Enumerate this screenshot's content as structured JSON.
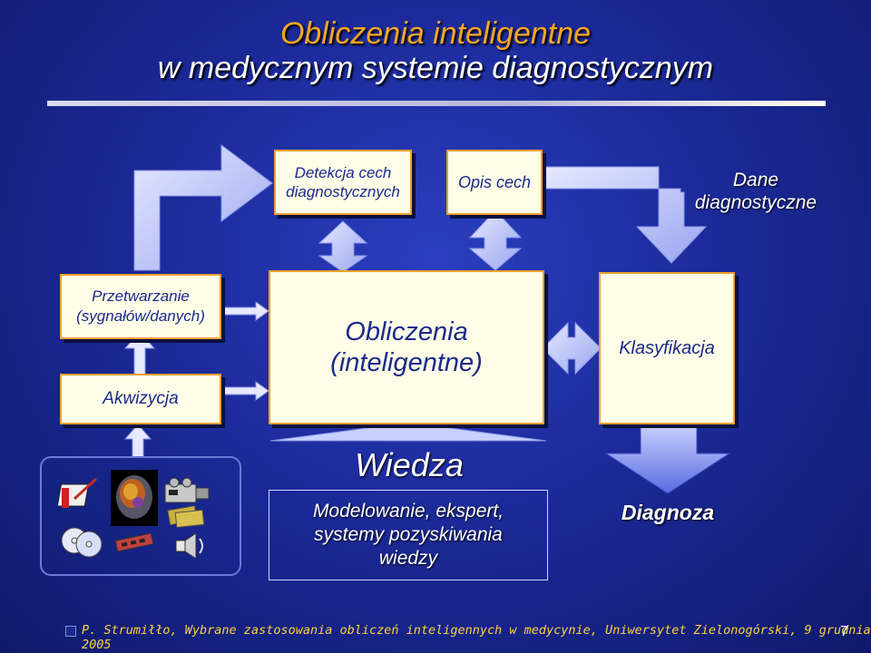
{
  "title": {
    "line1": "Obliczenia inteligentne",
    "line2": "w medycznym systemie diagnostycznym"
  },
  "boxes": {
    "detekcja": "Detekcja cech diagnostycznych",
    "opis": "Opis cech",
    "przetwarzanie": "Przetwarzanie (sygnałów/danych)",
    "akwizycja": "Akwizycja",
    "obliczenia_l1": "Obliczenia",
    "obliczenia_l2": "(inteligentne)",
    "klasyfikacja": "Klasyfikacja"
  },
  "labels": {
    "dane_l1": "Dane",
    "dane_l2": "diagnostyczne",
    "wiedza": "Wiedza",
    "modelowanie": "Modelowanie, ekspert, systemy pozyskiwania wiedzy",
    "diagnoza": "Diagnoza"
  },
  "icons": [
    "document-pen-icon",
    "brain-scan-icon",
    "video-camera-icon",
    "cd-discs-icon",
    "memory-chip-icon",
    "money-icon",
    "speaker-icon"
  ],
  "footer": {
    "citation": "P. Strumiłło, Wybrane zastosowania obliczeń inteligennych w medycynie, Uniwersytet Zielonogórski, 9 grudnia 2005",
    "page": "7"
  },
  "colors": {
    "title_accent": "#f5a623",
    "box_fill": "#fffde8",
    "box_border": "#f0a030",
    "box_text": "#1a2a8a",
    "arrow_fill": "#d8dcff",
    "background": "#1c2a9a"
  }
}
